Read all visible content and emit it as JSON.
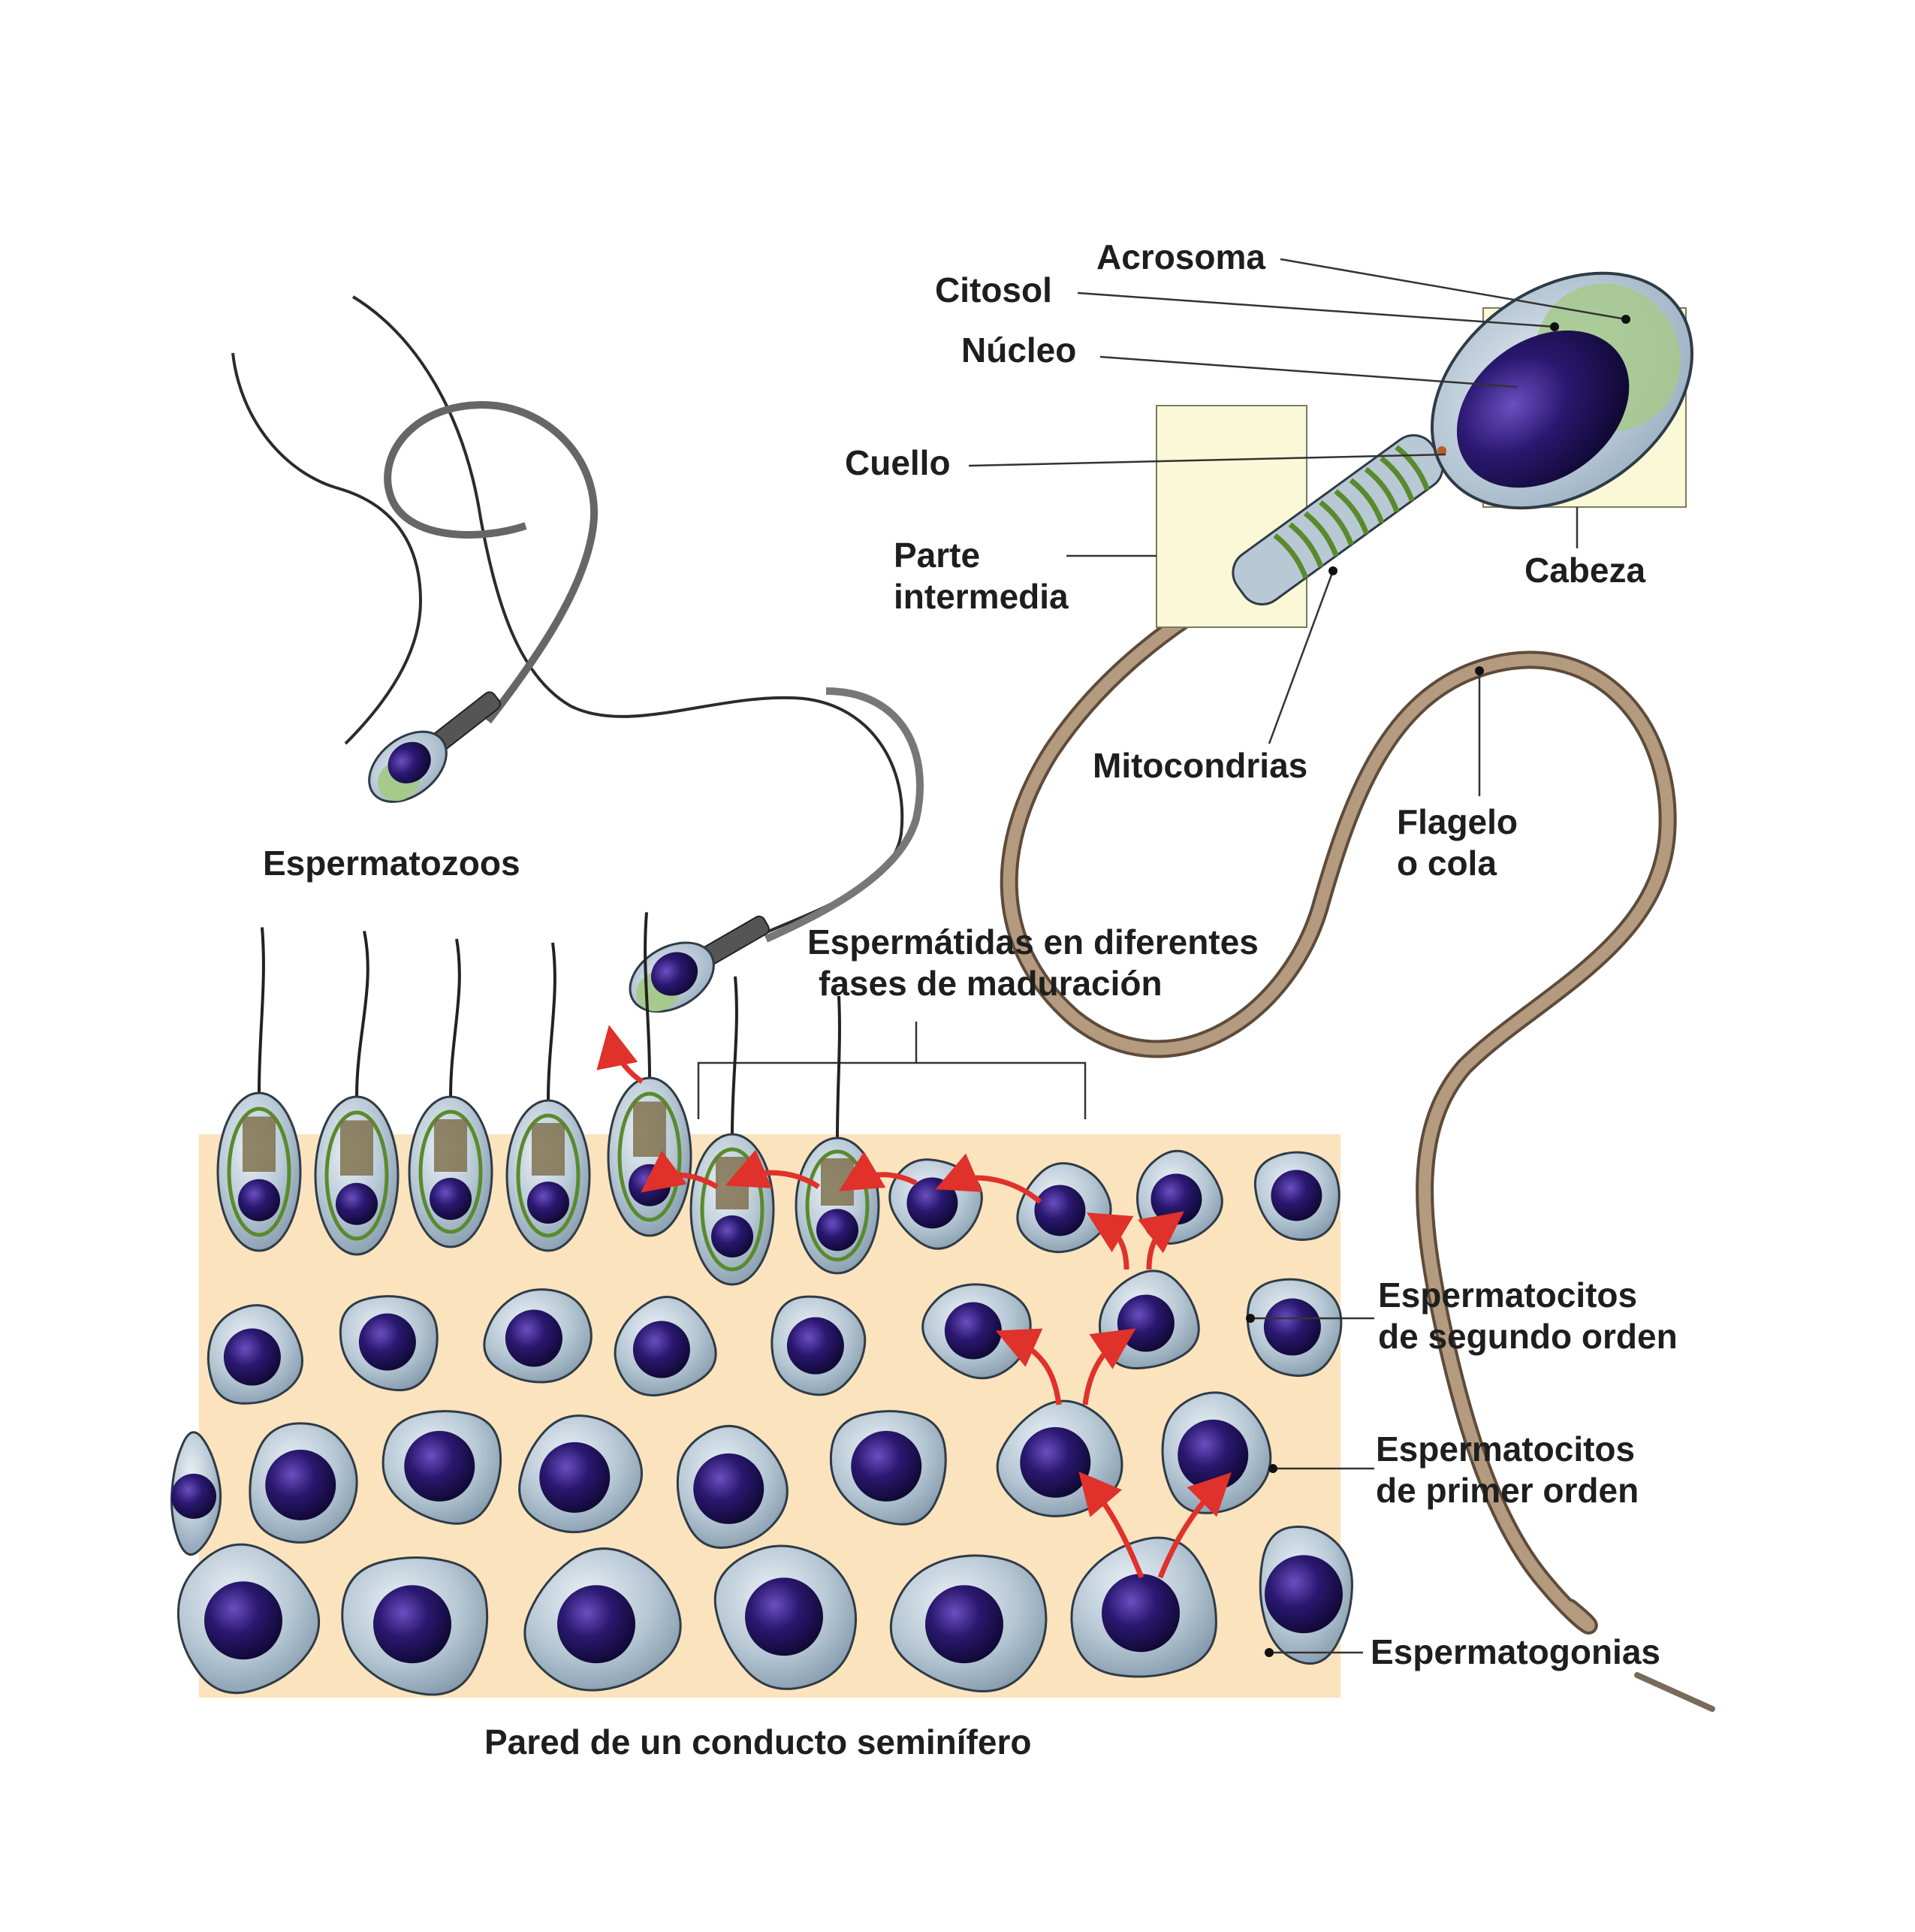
{
  "labels": {
    "acrosoma": "Acrosoma",
    "citosol": "Citosol",
    "nucleo": "Núcleo",
    "cuello": "Cuello",
    "parte_intermedia_1": "Parte",
    "parte_intermedia_2": "intermedia",
    "cabeza": "Cabeza",
    "mitocondrias": "Mitocondrias",
    "flagelo_1": "Flagelo",
    "flagelo_2": "o cola",
    "espermatozoos": "Espermatozoos",
    "espermatidas_1": "Espermátidas en diferentes",
    "espermatidas_2": "fases de maduración",
    "espermatocitos2_1": "Espermatocitos",
    "espermatocitos2_2": "de segundo orden",
    "espermatocitos1_1": "Espermatocitos",
    "espermatocitos1_2": "de primer orden",
    "espermatogonias": "Espermatogonias",
    "pared": "Pared de un conducto seminífero"
  },
  "colors": {
    "tissue": "#fbe3bd",
    "cell_fill": "#a9bccb",
    "cell_edge": "#2f3b46",
    "nucleus": "#22145c",
    "acrosome": "#a6c98c",
    "mitochondria": "#5a8a2c",
    "flagellum": "#b49a7e",
    "arrow": "#e0312b",
    "box": "#fbf8d8"
  }
}
